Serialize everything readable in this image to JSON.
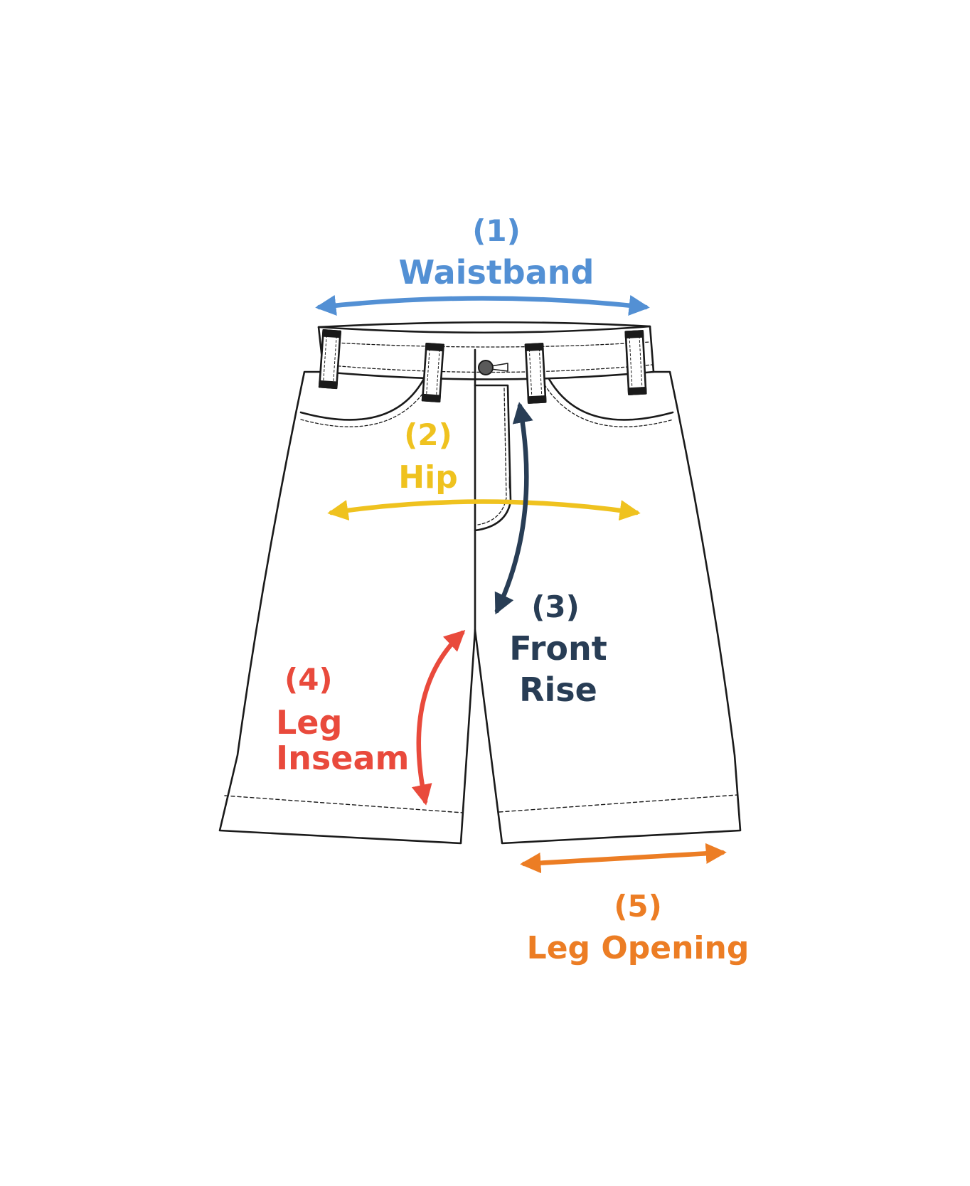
{
  "labels": {
    "waistband": {
      "number": "(1)",
      "name": "Waistband"
    },
    "hip": {
      "number": "(2)",
      "name": "Hip"
    },
    "front_rise": {
      "number": "(3)",
      "name_line1": "Front",
      "name_line2": "Rise"
    },
    "leg_inseam": {
      "number": "(4)",
      "name_line1": "Leg",
      "name_line2": "Inseam"
    },
    "leg_opening": {
      "number": "(5)",
      "name": "Leg Opening"
    }
  },
  "colors": {
    "waistband": "#5390d4",
    "hip": "#efc21f",
    "front_rise": "#283d55",
    "leg_inseam": "#e94a3c",
    "leg_opening": "#ec7d24",
    "outline": "#1a1a1a"
  },
  "icons": {
    "garment": "shorts-outline-icon",
    "button": "waist-button-icon"
  }
}
